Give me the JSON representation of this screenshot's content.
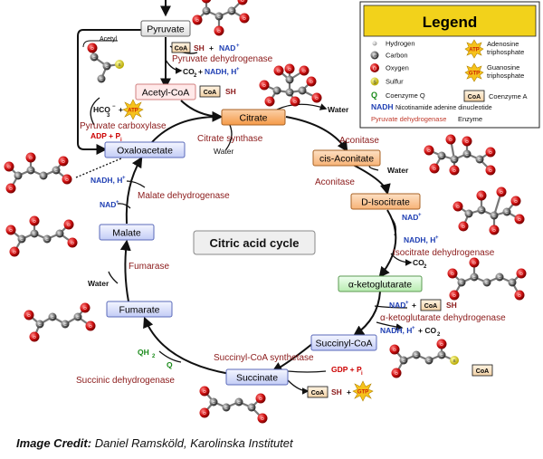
{
  "title": "Citric acid cycle",
  "colors": {
    "enzyme": "#8b1a1a",
    "nad": "#1f3fb3",
    "atp": "#f6c21c",
    "atp_text": "#cc2200",
    "coq": "#1a8a1a",
    "acid": "#cc0000",
    "legend_title_bg": "#f2d21b",
    "citrate_fill": "#f6a45a",
    "ketoglutarate_fill": "#c8f0c0",
    "succinylcoa_fill": "#cfd8ff",
    "default_node_fill": "#ffffff"
  },
  "legend": {
    "title": "Legend",
    "items": {
      "hydrogen": "Hydrogen",
      "carbon": "Carbon",
      "oxygen": "Oxygen",
      "sulfur": "Sulfur",
      "coenzyme_q_symbol": "Q",
      "coenzyme_q": "Coenzyme Q",
      "nadh_symbol": "NADH",
      "nadh": "Nicotinamide adenine dinucleotide",
      "atp_symbol": "ATP",
      "atp_line1": "Adenosine",
      "atp_line2": "triphosphate",
      "gtp_symbol": "GTP",
      "gtp_line1": "Guanosine",
      "gtp_line2": "triphosphate",
      "coa_symbol": "CoA",
      "coa": "Coenzyme A",
      "enzyme_example": "Pyruvate dehydrogenase",
      "enzyme": "Enzyme"
    }
  },
  "atoms": {
    "c": "C",
    "o": "O",
    "s": "S"
  },
  "metabolites": {
    "pyruvate": "Pyruvate",
    "acetyl": "Acetyl",
    "acetyl_coa": "Acetyl-CoA",
    "citrate": "Citrate",
    "cis_aconitate": "cis-Aconitate",
    "d_isocitrate": "D-Isocitrate",
    "a_ketoglutarate": "α-ketoglutarate",
    "succinyl_coa": "Succinyl-CoA",
    "succinate": "Succinate",
    "fumarate": "Fumarate",
    "malate": "Malate",
    "oxaloacetate": "Oxaloacetate"
  },
  "enzymes": {
    "pyruvate_dehydrogenase": "Pyruvate dehydrogenase",
    "pyruvate_carboxylase": "Pyruvate carboxylase",
    "citrate_synthase": "Citrate synthase",
    "aconitase_1": "Aconitase",
    "aconitase_2": "Aconitase",
    "isocitrate_dehydrogenase": "Isocitrate dehydrogenase",
    "akg_dehydrogenase": "α-ketoglutarate dehydrogenase",
    "succinyl_coa_synthetase": "Succinyl-CoA synthetase",
    "succinic_dehydrogenase": "Succinic dehydrogenase",
    "fumarase": "Fumarase",
    "malate_dehydrogenase": "Malate dehydrogenase"
  },
  "cofactors": {
    "coa": "CoA",
    "sh": "SH",
    "plus": "+",
    "nad": "NAD",
    "nadh": "NADH, H",
    "nadh_co2": "NADH, H",
    "sup_plus": "+",
    "co2": "CO",
    "co2_with_nadh": "CO",
    "co2_sub": "2",
    "plus_co2": "+ CO",
    "hco3": "HCO",
    "hco3_sub": "3",
    "sup_minus": "−",
    "atp": "ATP",
    "gtp": "GTP",
    "adp_pi": "ADP + P",
    "gdp_pi": "GDP + P",
    "pi_sub": "i",
    "water": "Water",
    "q": "Q",
    "qh2": "QH",
    "qh2_sub": "2"
  },
  "credit": {
    "label": "Image Credit:",
    "text": "Daniel Ramsköld, Karolinska Institutet"
  }
}
